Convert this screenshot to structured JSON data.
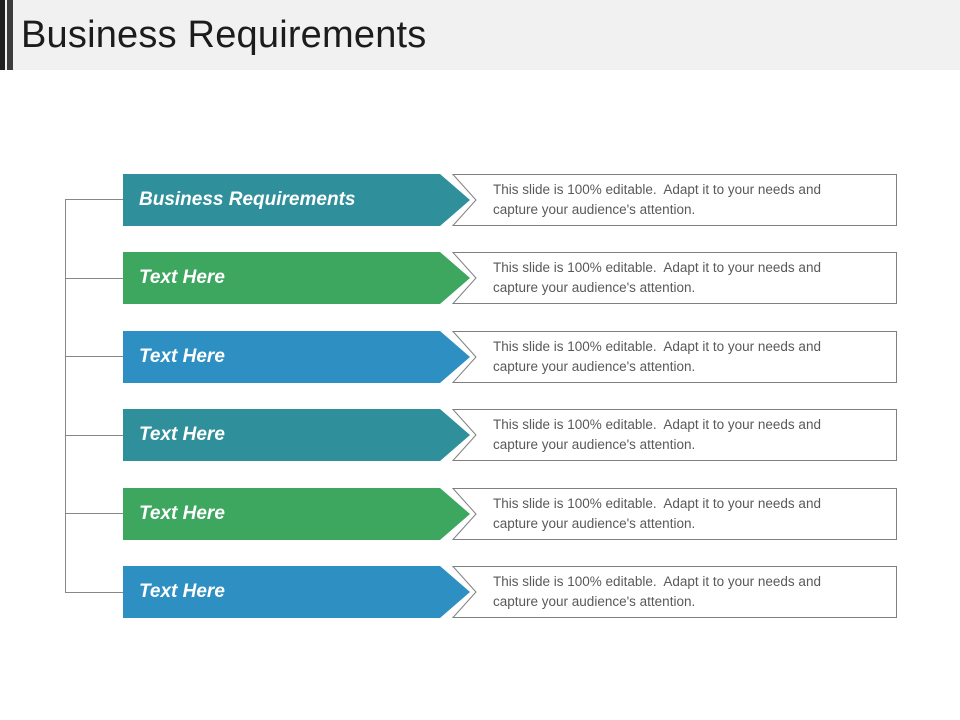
{
  "slide": {
    "title": "Business Requirements"
  },
  "colors": {
    "teal": "#2f8f9b",
    "green": "#3da65f",
    "blue": "#2d8fc2"
  },
  "description": {
    "line1": "This slide is 100% editable.  Adapt it to your needs and",
    "line2": "capture your audience's attention."
  },
  "rows": [
    {
      "label": "Business Requirements",
      "color": "teal"
    },
    {
      "label": "Text Here",
      "color": "green"
    },
    {
      "label": "Text Here",
      "color": "blue"
    },
    {
      "label": "Text Here",
      "color": "teal"
    },
    {
      "label": "Text Here",
      "color": "green"
    },
    {
      "label": "Text Here",
      "color": "blue"
    }
  ]
}
